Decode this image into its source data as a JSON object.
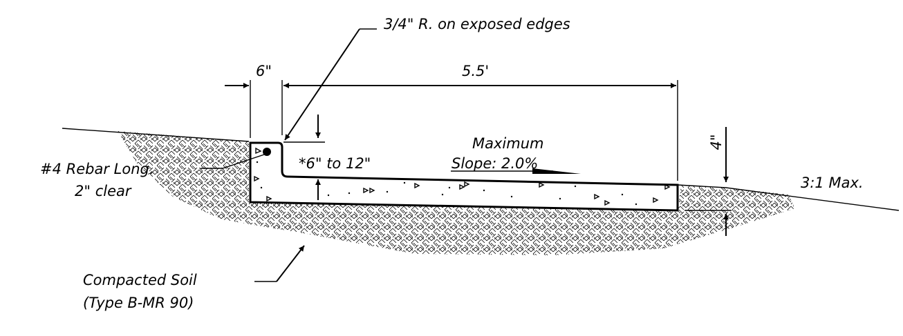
{
  "labels": {
    "radius_note": "3/4\" R. on exposed edges",
    "curb_width": "6\"",
    "walk_width": "5.5'",
    "maximum": "Maximum",
    "slope": "Slope: 2.0%",
    "thickness": "*6\" to 12\"",
    "depth": "4\"",
    "rebar_line1": "#4 Rebar Long.",
    "rebar_line2": "2\" clear",
    "side_slope": "3:1 Max.",
    "soil_line1": "Compacted Soil",
    "soil_line2": "(Type B-MR 90)"
  },
  "colors": {
    "line": "#000000",
    "background": "#ffffff"
  }
}
